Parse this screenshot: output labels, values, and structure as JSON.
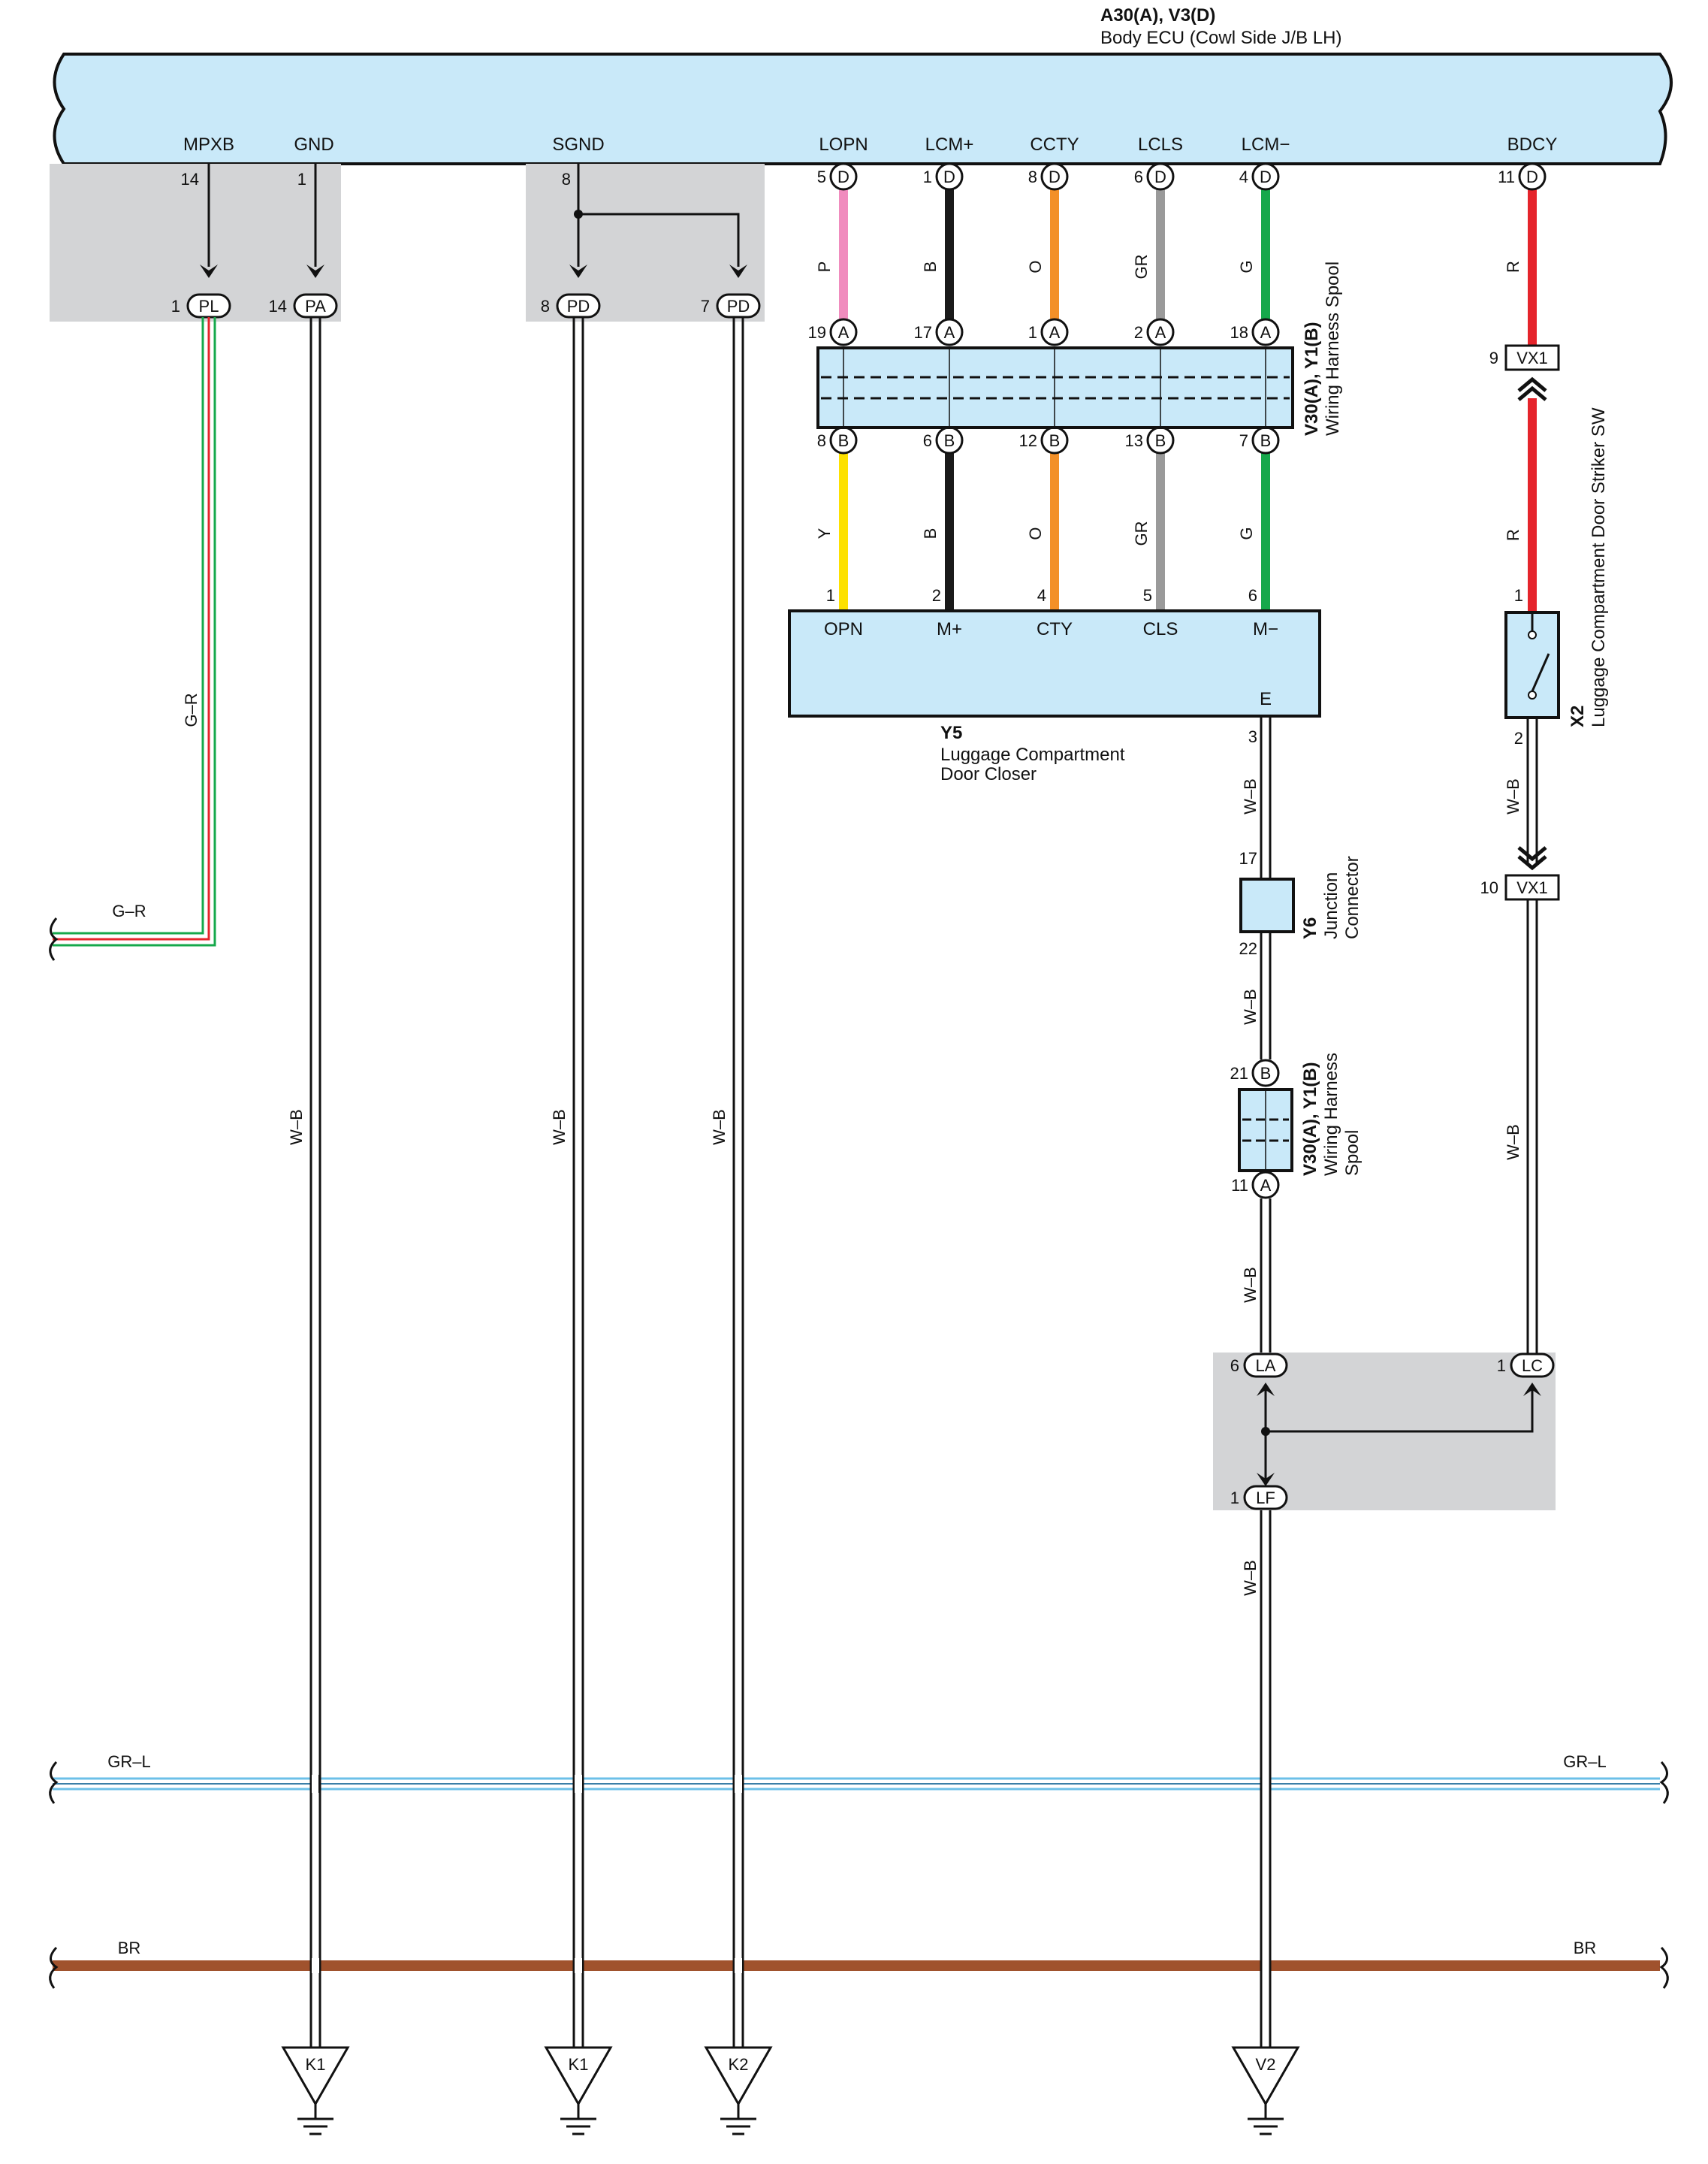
{
  "ecu": {
    "code": "A30(A), V3(D)",
    "name": "Body ECU (Cowl Side J/B LH)",
    "terminals": [
      {
        "name": "MPXB",
        "pin": "14"
      },
      {
        "name": "GND",
        "pin": "1"
      },
      {
        "name": "SGND",
        "pin": "8"
      },
      {
        "name": "LOPN",
        "pin": "5",
        "conn": "D"
      },
      {
        "name": "LCM+",
        "pin": "1",
        "conn": "D"
      },
      {
        "name": "CCTY",
        "pin": "8",
        "conn": "D"
      },
      {
        "name": "LCLS",
        "pin": "6",
        "conn": "D"
      },
      {
        "name": "LCM−",
        "pin": "4",
        "conn": "D"
      },
      {
        "name": "BDCY",
        "pin": "11",
        "conn": "D"
      }
    ]
  },
  "junctions": {
    "pl": {
      "pin": "1",
      "id": "PL"
    },
    "pa": {
      "pin": "14",
      "id": "PA"
    },
    "pd1": {
      "pin": "8",
      "id": "PD"
    },
    "pd2": {
      "pin": "7",
      "id": "PD"
    },
    "la": {
      "pin": "6",
      "id": "LA"
    },
    "lc": {
      "pin": "1",
      "id": "LC"
    },
    "lf": {
      "pin": "1",
      "id": "LF"
    }
  },
  "wires_upper": [
    {
      "color": "P",
      "hex": "#f08cbe",
      "pinA": "19"
    },
    {
      "color": "B",
      "hex": "#1a1a1a",
      "pinA": "17"
    },
    {
      "color": "O",
      "hex": "#f39028",
      "pinA": "1"
    },
    {
      "color": "GR",
      "hex": "#9a9a9a",
      "pinA": "2"
    },
    {
      "color": "G",
      "hex": "#16a84b",
      "pinA": "18"
    }
  ],
  "wires_lower": [
    {
      "color": "Y",
      "hex": "#fde100",
      "pinB": "8",
      "pinY5": "1",
      "y5": "OPN"
    },
    {
      "color": "B",
      "hex": "#1a1a1a",
      "pinB": "6",
      "pinY5": "2",
      "y5": "M+"
    },
    {
      "color": "O",
      "hex": "#f39028",
      "pinB": "12",
      "pinY5": "4",
      "y5": "CTY"
    },
    {
      "color": "GR",
      "hex": "#9a9a9a",
      "pinB": "13",
      "pinY5": "5",
      "y5": "CLS"
    },
    {
      "color": "G",
      "hex": "#16a84b",
      "pinB": "7",
      "pinY5": "6",
      "y5": "M−"
    }
  ],
  "spool": {
    "code": "V30(A), Y1(B)",
    "name": "Wiring Harness Spool",
    "name2a": "Wiring Harness",
    "name2b": "Spool",
    "pin_top": "21",
    "pin_bot": "11"
  },
  "y5": {
    "code": "Y5",
    "name1": "Luggage Compartment",
    "name2": "Door Closer",
    "e": "E",
    "e_pin": "3"
  },
  "y6": {
    "code": "Y6",
    "name1": "Junction",
    "name2": "Connector",
    "pin_top": "17",
    "pin_bot": "22"
  },
  "x2": {
    "code": "X2",
    "name": "Luggage Compartment Door Striker SW",
    "pin1": "1",
    "pin2": "2"
  },
  "vx1": {
    "id": "VX1",
    "pin9": "9",
    "pin10": "10"
  },
  "wire_labels": {
    "gr": "G–R",
    "wb": "W–B",
    "r": "R",
    "grl": "GR–L",
    "br": "BR"
  },
  "grounds": [
    "K1",
    "K1",
    "K2",
    "V2"
  ],
  "colors": {
    "ecu_fill": "#c9e9f9",
    "shade": "#d3d4d6",
    "gr_l": "#6cc0e8",
    "br": "#a0522d",
    "red": "#e5242b",
    "green": "#16a84b"
  }
}
